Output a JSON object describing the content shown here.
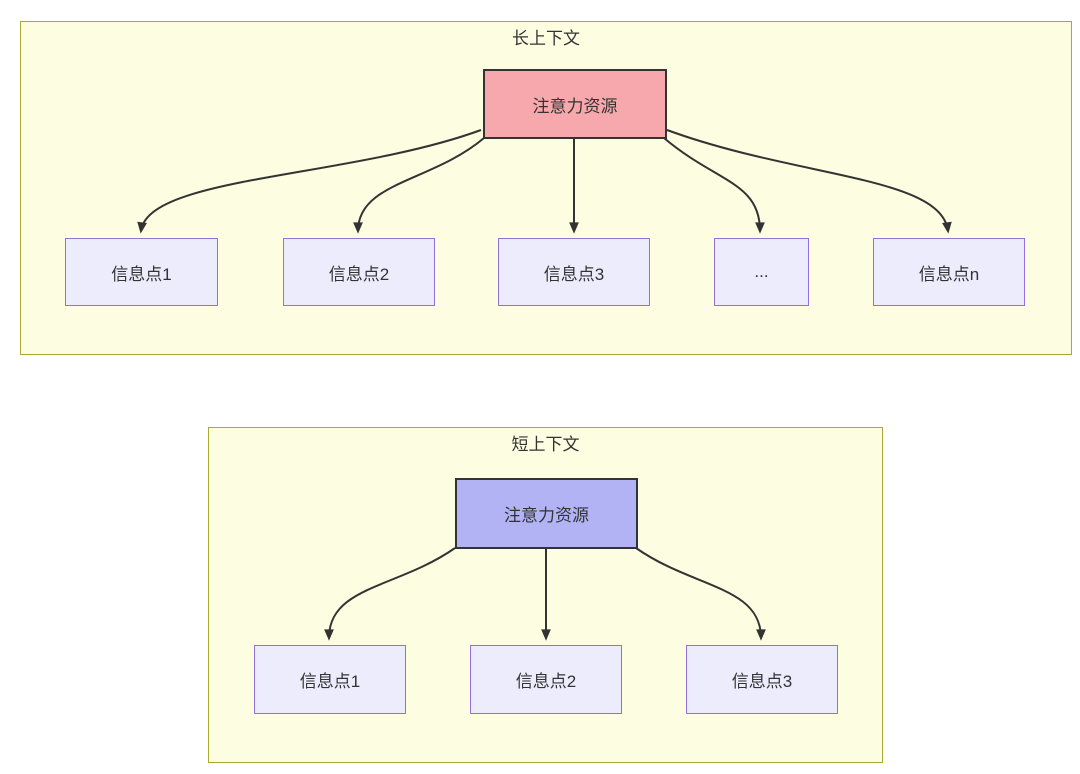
{
  "colors": {
    "canvas_background": "#ffffff",
    "cluster_fill": "#fdfde1",
    "cluster_border": "#aaaa33",
    "info_node_fill": "#ececfd",
    "info_node_border": "#9370db",
    "attention_long_fill": "#f7a8ad",
    "attention_short_fill": "#b1b3f4",
    "attention_border": "#333333",
    "edge_color": "#333333",
    "text_color": "#333333"
  },
  "long_context": {
    "title": "长上下文",
    "attention_label": "注意力资源",
    "nodes": [
      {
        "label": "信息点1"
      },
      {
        "label": "信息点2"
      },
      {
        "label": "信息点3"
      },
      {
        "label": "..."
      },
      {
        "label": "信息点n"
      }
    ],
    "edges_from_attention_to": [
      "信息点1",
      "信息点2",
      "信息点3",
      "...",
      "信息点n"
    ]
  },
  "short_context": {
    "title": "短上下文",
    "attention_label": "注意力资源",
    "nodes": [
      {
        "label": "信息点1"
      },
      {
        "label": "信息点2"
      },
      {
        "label": "信息点3"
      }
    ],
    "edges_from_attention_to": [
      "信息点1",
      "信息点2",
      "信息点3"
    ]
  }
}
